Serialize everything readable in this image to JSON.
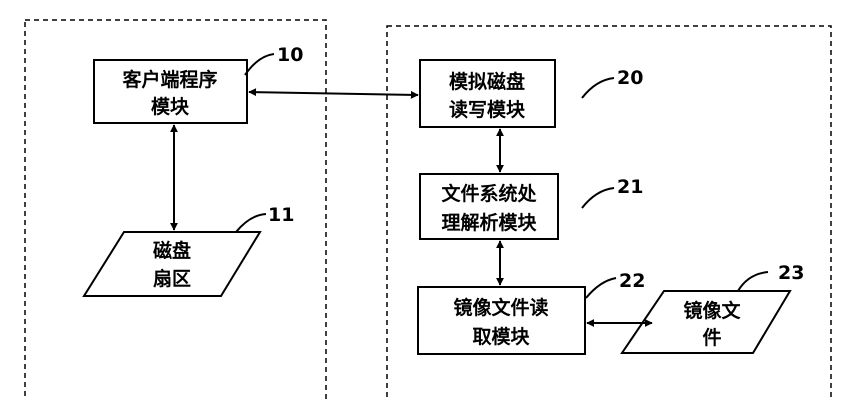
{
  "left_panel": {
    "client_module": {
      "line1": "客户端程序",
      "line2": "模块",
      "ref": "10"
    },
    "disk_sector": {
      "line1": "磁盘",
      "line2": "扇区",
      "ref": "11"
    }
  },
  "right_panel": {
    "virtual_disk_module": {
      "line1": "模拟磁盘",
      "line2": "读写模块",
      "ref": "20"
    },
    "fs_parse_module": {
      "line1": "文件系统处",
      "line2": "理解析模块",
      "ref": "21"
    },
    "image_read_module": {
      "line1": "镜像文件读",
      "line2": "取模块",
      "ref": "22"
    },
    "image_file": {
      "line1": "镜像文",
      "line2": "件",
      "ref": "23"
    }
  }
}
